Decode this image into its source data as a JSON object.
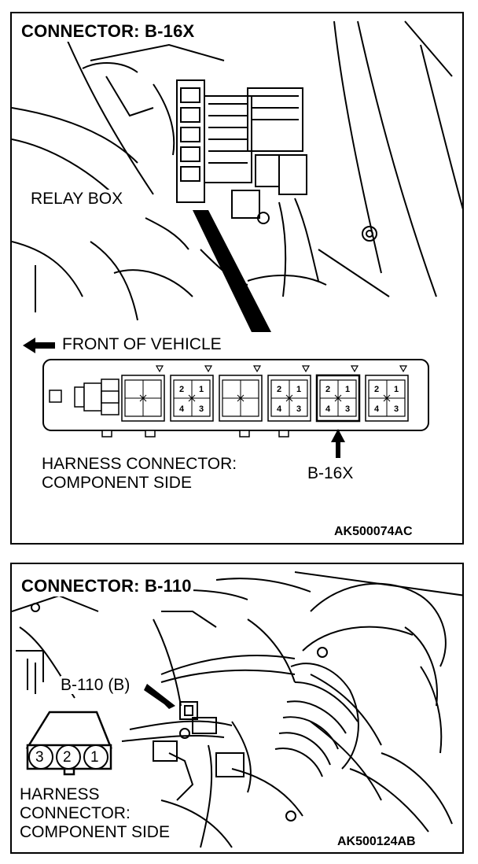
{
  "top_panel": {
    "title": "CONNECTOR: B-16X",
    "relay_box_label": "RELAY BOX",
    "front_label": "FRONT OF VEHICLE",
    "harness_label_line1": "HARNESS CONNECTOR:",
    "harness_label_line2": "COMPONENT SIDE",
    "connector_label": "B-16X",
    "image_code": "AK500074AC",
    "pin_numbers": [
      "2",
      "1",
      "4",
      "3"
    ]
  },
  "bottom_panel": {
    "title": "CONNECTOR: B-110",
    "connector_label": "B-110 (B)",
    "pins": [
      "3",
      "2",
      "1"
    ],
    "harness_label_line1": "HARNESS",
    "harness_label_line2": "CONNECTOR:",
    "harness_label_line3": "COMPONENT SIDE",
    "image_code": "AK500124AB"
  }
}
